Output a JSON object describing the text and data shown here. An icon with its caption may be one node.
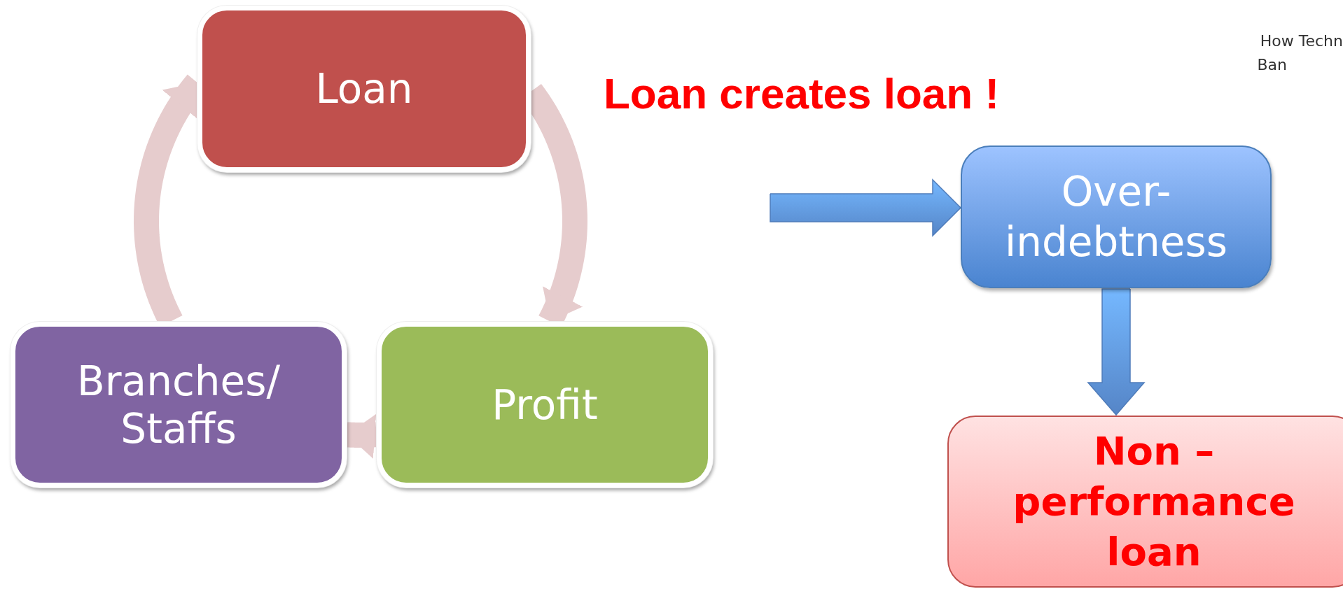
{
  "diagram": {
    "title": "Loan creates loan !",
    "nodes": [
      {
        "text": [
          "Loan"
        ]
      },
      {
        "text": [
          "Branches/ Staffs"
        ]
      },
      {
        "text": [
          "Profit"
        ]
      },
      {
        "text": [
          "Over- indebtness"
        ]
      },
      {
        "text": [
          "Non – performance loan"
        ]
      }
    ],
    "edges": [
      {
        "from": 0,
        "to": 2,
        "arrow": "to"
      },
      {
        "from": 2,
        "to": 1,
        "arrow": "to"
      },
      {
        "from": 1,
        "to": 0,
        "arrow": "to"
      },
      {
        "from": null,
        "to": 3,
        "arrow": "to",
        "color": "#5b8fd6"
      },
      {
        "from": 3,
        "to": 4,
        "arrow": "to",
        "color": "#5b8fd6"
      }
    ],
    "labels": [
      "How Techn",
      "Ban"
    ]
  }
}
